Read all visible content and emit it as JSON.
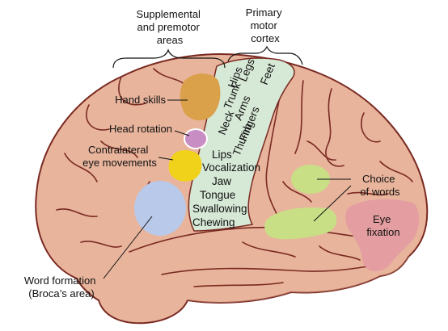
{
  "headers": {
    "premotor": [
      "Supplemental",
      "and premotor",
      "areas"
    ],
    "primary": [
      "Primary",
      "motor",
      "cortex"
    ]
  },
  "labels": {
    "hand_skills": "Hand skills",
    "head_rotation": "Head rotation",
    "eye_movements": [
      "Contralateral",
      "eye movements"
    ],
    "choice_words": [
      "Choice",
      "of words"
    ],
    "eye_fixation": [
      "Eye",
      "fixation"
    ],
    "broca": [
      "Word formation",
      "(Broca’s area)"
    ]
  },
  "motor_strip": {
    "hips": "Hips",
    "trunk": "Trunk",
    "legs": "Legs",
    "feet": "Feet",
    "arms": "Arms",
    "fingers": "Fingers",
    "thumb": "Thumb",
    "neck": "Neck",
    "lips": "Lips",
    "vocalization": "Vocalization",
    "jaw": "Jaw",
    "tongue": "Tongue",
    "swallowing": "Swallowing",
    "chewing": "Chewing"
  },
  "colors": {
    "brain": "#e8b49c",
    "brain_outline": "#7a2a22",
    "motor_strip": "#d6e8d6",
    "hand_skills": "#dba04a",
    "head_rotation": "#c88ec3",
    "eye_movements": "#f0d21a",
    "broca": "#b9c9ea",
    "choice_words": "#c8df86",
    "eye_fixation": "#e49ea2"
  }
}
